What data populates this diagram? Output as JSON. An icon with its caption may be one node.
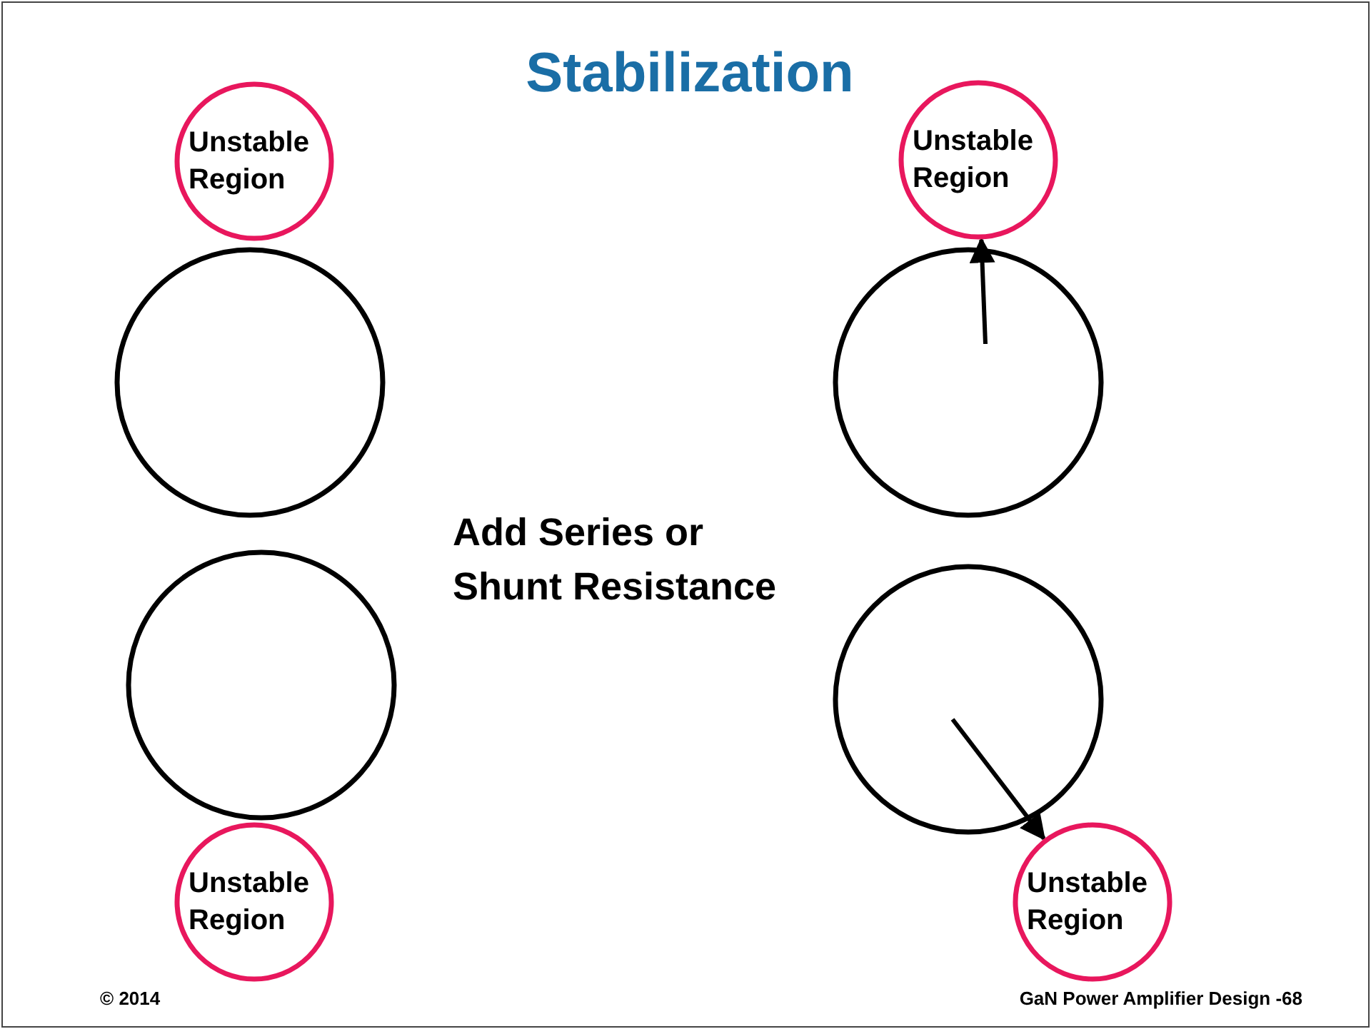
{
  "diagram": {
    "title": "Stabilization",
    "nodes": [
      {
        "text": [
          "Unstable Region"
        ]
      },
      {
        "text": [
          "Unstable Region"
        ]
      },
      {
        "text": [],
        "shape": "circle"
      },
      {
        "text": [],
        "shape": "circle"
      },
      {
        "text": [],
        "shape": "circle"
      },
      {
        "text": [],
        "shape": "circle"
      },
      {
        "text": [
          "Unstable Region"
        ]
      },
      {
        "text": [
          "Unstable Region"
        ]
      }
    ],
    "edges": [
      {
        "from": 3,
        "to": 0,
        "arrow": "to"
      },
      {
        "from": 5,
        "to": 7,
        "arrow": "to"
      }
    ],
    "labels": [
      "Add Series or Shunt Resistance",
      "© 2014",
      "GaN Power Amplifier Design -68"
    ]
  }
}
